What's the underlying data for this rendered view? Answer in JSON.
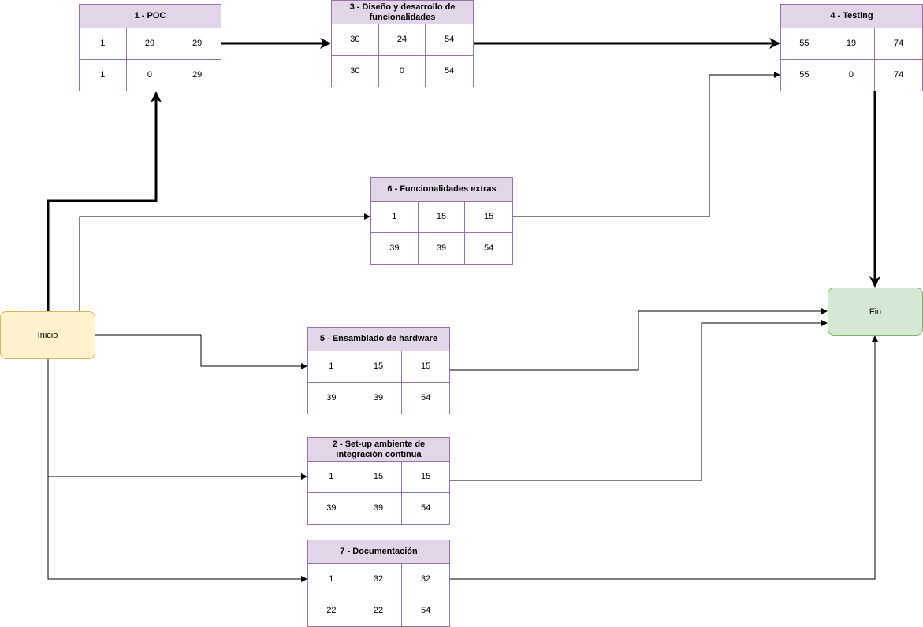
{
  "start": {
    "label": "Inicio"
  },
  "end": {
    "label": "Fin"
  },
  "tasks": [
    {
      "id": "1",
      "title": "1 - POC",
      "row1": [
        "1",
        "29",
        "29"
      ],
      "row2": [
        "1",
        "0",
        "29"
      ]
    },
    {
      "id": "3",
      "title": "3 - Diseño y desarrollo de funcionalidades",
      "row1": [
        "30",
        "24",
        "54"
      ],
      "row2": [
        "30",
        "0",
        "54"
      ]
    },
    {
      "id": "4",
      "title": "4 - Testing",
      "row1": [
        "55",
        "19",
        "74"
      ],
      "row2": [
        "55",
        "0",
        "74"
      ]
    },
    {
      "id": "6",
      "title": "6 - Funcionalidades extras",
      "row1": [
        "1",
        "15",
        "15"
      ],
      "row2": [
        "39",
        "39",
        "54"
      ]
    },
    {
      "id": "5",
      "title": "5 - Ensamblado de hardware",
      "row1": [
        "1",
        "15",
        "15"
      ],
      "row2": [
        "39",
        "39",
        "54"
      ]
    },
    {
      "id": "2",
      "title": "2 - Set-up ambiente de integración continua",
      "row1": [
        "1",
        "15",
        "15"
      ],
      "row2": [
        "39",
        "39",
        "54"
      ]
    },
    {
      "id": "7",
      "title": "7 - Documentación",
      "row1": [
        "1",
        "32",
        "32"
      ],
      "row2": [
        "22",
        "22",
        "54"
      ]
    }
  ],
  "critical_path": [
    "Inicio",
    "1",
    "3",
    "4",
    "Fin"
  ],
  "colors": {
    "task_header": "#e1d5e7",
    "task_border": "#9673a6",
    "start_fill": "#fff2cc",
    "start_border": "#d6b656",
    "end_fill": "#d5e8d4",
    "end_border": "#82b366"
  }
}
